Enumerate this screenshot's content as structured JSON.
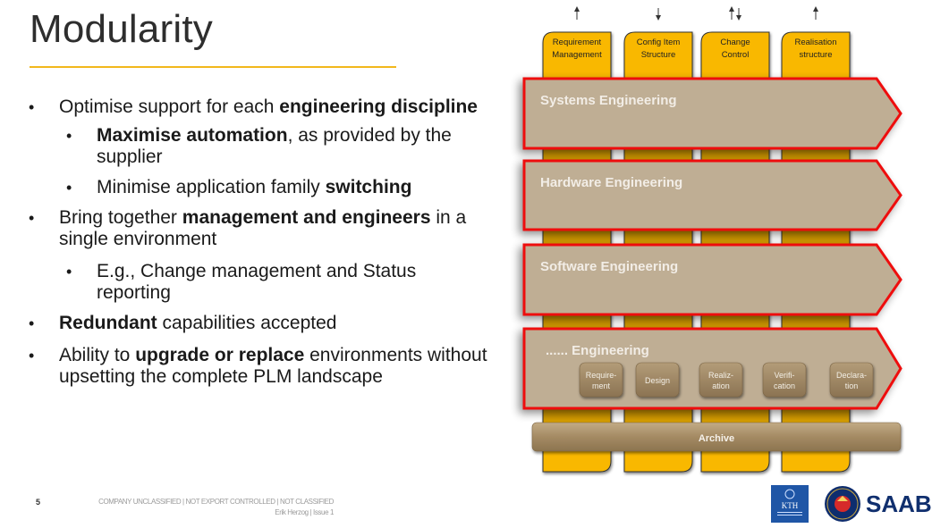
{
  "slide": {
    "title": "Modularity",
    "page_number": "5",
    "footer_classification": "COMPANY UNCLASSIFIED | NOT EXPORT CONTROLLED | NOT CLASSIFIED",
    "footer_author": "Erik Herzog | Issue  1",
    "accent_color": "#f2b81c"
  },
  "bullets": [
    {
      "level": 1,
      "parts": [
        {
          "text": "Optimise support for each ",
          "bold": false
        },
        {
          "text": "engineering discipline",
          "bold": true
        }
      ]
    },
    {
      "level": 2,
      "parts": [
        {
          "text": "Maximise automation",
          "bold": true
        },
        {
          "text": ", as provided by the supplier",
          "bold": false
        }
      ]
    },
    {
      "level": 2,
      "parts": [
        {
          "text": "Minimise application family ",
          "bold": false
        },
        {
          "text": "switching",
          "bold": true
        }
      ]
    },
    {
      "level": 1,
      "parts": [
        {
          "text": "Bring together ",
          "bold": false
        },
        {
          "text": "management and engineers",
          "bold": true
        },
        {
          "text": " in a single environment",
          "bold": false
        }
      ]
    },
    {
      "level": 2,
      "parts": [
        {
          "text": "E.g., Change management and Status reporting",
          "bold": false
        }
      ]
    },
    {
      "level": 1,
      "parts": [
        {
          "text": "Redundant",
          "bold": true
        },
        {
          "text": " capabilities accepted",
          "bold": false
        }
      ]
    },
    {
      "level": 1,
      "parts": [
        {
          "text": "Ability to ",
          "bold": false
        },
        {
          "text": "upgrade or replace",
          "bold": true
        },
        {
          "text": " environments without upsetting the complete PLM landscape",
          "bold": false
        }
      ]
    }
  ],
  "diagram": {
    "colors": {
      "column_fill": "#f9b800",
      "column_fill_dark": "#b98700",
      "band_fill": "#bfae94",
      "band_border": "#ee1111",
      "band_text": "#f2ede6",
      "archive_fill": "#a48a63",
      "step_fill": "#9a8260"
    },
    "columns": [
      {
        "label_line1": "Requirement",
        "label_line2": "Management",
        "arrow": "up"
      },
      {
        "label_line1": "Config Item",
        "label_line2": "Structure",
        "arrow": "down"
      },
      {
        "label_line1": "Change",
        "label_line2": "Control",
        "arrow": "up-down"
      },
      {
        "label_line1": "Realisation",
        "label_line2": "structure",
        "arrow": "up"
      }
    ],
    "bands": [
      {
        "label": "Systems Engineering"
      },
      {
        "label": "Hardware Engineering"
      },
      {
        "label": "Software Engineering"
      },
      {
        "label": "......   Engineering"
      }
    ],
    "steps": [
      {
        "line1": "Require-",
        "line2": "ment"
      },
      {
        "line1": "Design",
        "line2": ""
      },
      {
        "line1": "Realiz-",
        "line2": "ation"
      },
      {
        "line1": "Verifi-",
        "line2": "cation"
      },
      {
        "line1": "Declara-",
        "line2": "tion"
      }
    ],
    "archive_label": "Archive"
  },
  "logos": [
    {
      "name": "KTH",
      "text": "KTH"
    },
    {
      "name": "SAAB",
      "text": "SAAB"
    }
  ]
}
